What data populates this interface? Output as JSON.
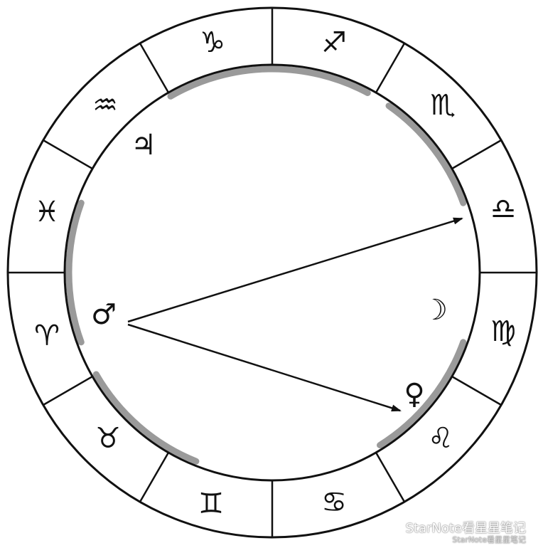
{
  "zodiac_signs": [
    {
      "key": "aries",
      "glyph": "♈"
    },
    {
      "key": "pisces",
      "glyph": "♓"
    },
    {
      "key": "aquarius",
      "glyph": "♒"
    },
    {
      "key": "capricorn",
      "glyph": "♑"
    },
    {
      "key": "sagittarius",
      "glyph": "♐"
    },
    {
      "key": "scorpio",
      "glyph": "♏"
    },
    {
      "key": "libra",
      "glyph": "♎"
    },
    {
      "key": "virgo",
      "glyph": "♍"
    },
    {
      "key": "leo",
      "glyph": "♌"
    },
    {
      "key": "cancer",
      "glyph": "♋"
    },
    {
      "key": "gemini",
      "glyph": "♊"
    },
    {
      "key": "taurus",
      "glyph": "♉"
    }
  ],
  "planets": [
    {
      "key": "jupiter",
      "glyph": "♃"
    },
    {
      "key": "mars",
      "glyph": "♂"
    },
    {
      "key": "moon",
      "glyph": "☽"
    },
    {
      "key": "venus",
      "glyph": "♀"
    }
  ],
  "colors": {
    "line": "#111111",
    "shading": "#9a9a9a"
  },
  "watermark": {
    "icon": "wechat-icon",
    "text": "StarNote看星星笔记",
    "subtext": "StarNote看星星笔记"
  }
}
